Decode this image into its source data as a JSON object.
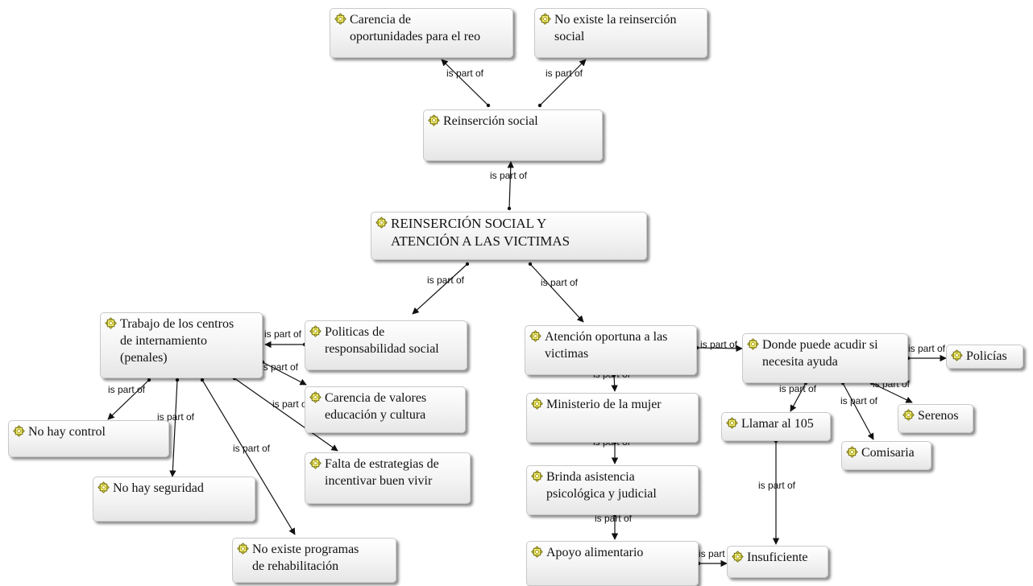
{
  "diagram": {
    "edge_label": "is part of",
    "nodes": [
      {
        "id": "carencia_oportunidades",
        "name": "node-carencia-oportunidades",
        "lines": [
          "Carencia de",
          "oportunidades para el reo"
        ]
      },
      {
        "id": "no_existe_reinsercion",
        "name": "node-no-existe-reinsercion",
        "lines": [
          "No existe la reinserción",
          "social"
        ]
      },
      {
        "id": "reinsercion_social",
        "name": "node-reinsercion-social",
        "lines": [
          "Reinserción social"
        ]
      },
      {
        "id": "root",
        "name": "node-reinsercion-social-atencion-victimas",
        "lines": [
          "REINSERCIÓN SOCIAL Y",
          "ATENCIÓN A LAS VICTIMAS"
        ]
      },
      {
        "id": "trabajo_centros",
        "name": "node-trabajo-centros",
        "lines": [
          "Trabajo de los centros",
          "de internamiento",
          "(penales)"
        ]
      },
      {
        "id": "politicas",
        "name": "node-politicas",
        "lines": [
          "Politicas de",
          "responsabilidad social"
        ]
      },
      {
        "id": "atencion_oportuna",
        "name": "node-atencion-oportuna",
        "lines": [
          "Atención oportuna a las",
          "victimas"
        ]
      },
      {
        "id": "donde_acudir",
        "name": "node-donde-acudir",
        "lines": [
          "Donde puede acudir si",
          "necesita ayuda"
        ]
      },
      {
        "id": "policias",
        "name": "node-policias",
        "lines": [
          "Policías"
        ]
      },
      {
        "id": "carencia_valores",
        "name": "node-carencia-valores",
        "lines": [
          "Carencia de valores",
          "educación y cultura"
        ]
      },
      {
        "id": "no_hay_control",
        "name": "node-no-hay-control",
        "lines": [
          "No hay control"
        ]
      },
      {
        "id": "ministerio_mujer",
        "name": "node-ministerio-mujer",
        "lines": [
          "Ministerio de la mujer"
        ]
      },
      {
        "id": "llamar_105",
        "name": "node-llamar-105",
        "lines": [
          "Llamar al 105"
        ]
      },
      {
        "id": "serenos",
        "name": "node-serenos",
        "lines": [
          "Serenos"
        ]
      },
      {
        "id": "comisaria",
        "name": "node-comisaria",
        "lines": [
          "Comisaria"
        ]
      },
      {
        "id": "falta_estrategias",
        "name": "node-falta-estrategias",
        "lines": [
          "Falta de estrategias de",
          "incentivar buen vivir"
        ]
      },
      {
        "id": "brinda_asistencia",
        "name": "node-brinda-asistencia",
        "lines": [
          "Brinda asistencia",
          "psicológica y judicial"
        ]
      },
      {
        "id": "no_hay_seguridad",
        "name": "node-no-hay-seguridad",
        "lines": [
          "No hay seguridad"
        ]
      },
      {
        "id": "no_existe_programas",
        "name": "node-no-existe-programas",
        "lines": [
          "No existe programas",
          "de rehabilitación"
        ]
      },
      {
        "id": "apoyo_alimentario",
        "name": "node-apoyo-alimentario",
        "lines": [
          "Apoyo alimentario"
        ]
      },
      {
        "id": "insuficiente",
        "name": "node-insuficiente",
        "lines": [
          "Insuficiente"
        ]
      }
    ],
    "edges": [
      {
        "from": "reinsercion_social",
        "to": "carencia_oportunidades"
      },
      {
        "from": "reinsercion_social",
        "to": "no_existe_reinsercion"
      },
      {
        "from": "root",
        "to": "reinsercion_social"
      },
      {
        "from": "root",
        "to": "trabajo_centros"
      },
      {
        "from": "root",
        "to": "atencion_oportuna"
      },
      {
        "from": "politicas",
        "to": "trabajo_centros"
      },
      {
        "from": "trabajo_centros",
        "to": "carencia_valores"
      },
      {
        "from": "trabajo_centros",
        "to": "falta_estrategias"
      },
      {
        "from": "trabajo_centros",
        "to": "no_hay_control"
      },
      {
        "from": "trabajo_centros",
        "to": "no_hay_seguridad"
      },
      {
        "from": "trabajo_centros",
        "to": "no_existe_programas"
      },
      {
        "from": "atencion_oportuna",
        "to": "donde_acudir"
      },
      {
        "from": "atencion_oportuna",
        "to": "ministerio_mujer"
      },
      {
        "from": "ministerio_mujer",
        "to": "brinda_asistencia"
      },
      {
        "from": "brinda_asistencia",
        "to": "apoyo_alimentario"
      },
      {
        "from": "apoyo_alimentario",
        "to": "insuficiente"
      },
      {
        "from": "donde_acudir",
        "to": "policias"
      },
      {
        "from": "donde_acudir",
        "to": "llamar_105"
      },
      {
        "from": "donde_acudir",
        "to": "comisaria"
      },
      {
        "from": "donde_acudir",
        "to": "serenos"
      },
      {
        "from": "llamar_105",
        "to": "insuficiente"
      }
    ]
  }
}
